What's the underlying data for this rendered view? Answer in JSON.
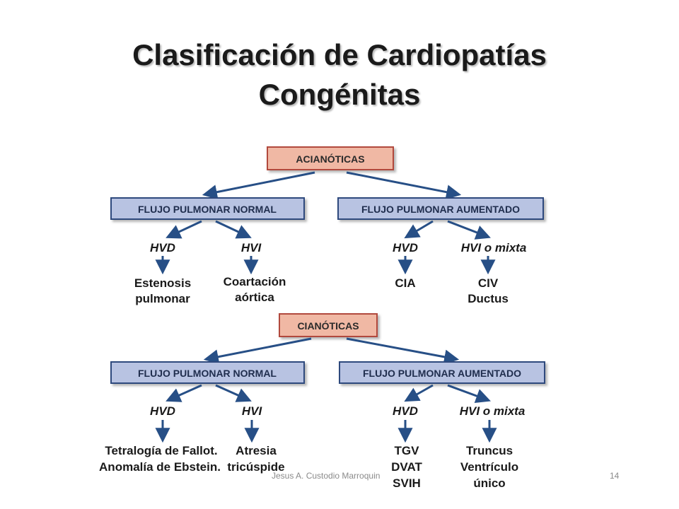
{
  "title": {
    "line1": "Clasificación de Cardiopatías",
    "line2": "Congénitas"
  },
  "acianoticas": {
    "label": "ACIANÓTICAS",
    "normal": {
      "label": "FLUJO PULMONAR NORMAL",
      "left": {
        "ventricle": "HVD",
        "items": [
          "Estenosis",
          "pulmonar"
        ]
      },
      "right": {
        "ventricle": "HVI",
        "items": [
          "Coartación",
          "aórtica"
        ]
      }
    },
    "aumentado": {
      "label": "FLUJO PULMONAR AUMENTADO",
      "left": {
        "ventricle": "HVD",
        "items": [
          "CIA"
        ]
      },
      "right": {
        "ventricle": "HVI o mixta",
        "items": [
          "CIV",
          "Ductus"
        ]
      }
    }
  },
  "cianoticas": {
    "label": "CIANÓTICAS",
    "normal": {
      "label": "FLUJO PULMONAR NORMAL",
      "left": {
        "ventricle": "HVD",
        "items": [
          "Tetralogía de Fallot.",
          "Anomalía de Ebstein."
        ]
      },
      "right": {
        "ventricle": "HVI",
        "items": [
          "Atresia",
          "tricúspide"
        ]
      }
    },
    "aumentado": {
      "label": "FLUJO PULMONAR AUMENTADO",
      "left": {
        "ventricle": "HVD",
        "items": [
          "TGV",
          "DVAT",
          "SVIH"
        ]
      },
      "right": {
        "ventricle": "HVI o mixta",
        "items": [
          "Truncus",
          "Ventrículo",
          "único"
        ]
      }
    }
  },
  "footer": {
    "author": "Jesus A. Custodio Marroquin",
    "page": "14"
  },
  "colors": {
    "category_fill": "#f0b8a4",
    "category_border": "#b14a3c",
    "flow_fill": "#b8c3e2",
    "flow_border": "#2d4a7d",
    "arrow": "#274f86"
  }
}
